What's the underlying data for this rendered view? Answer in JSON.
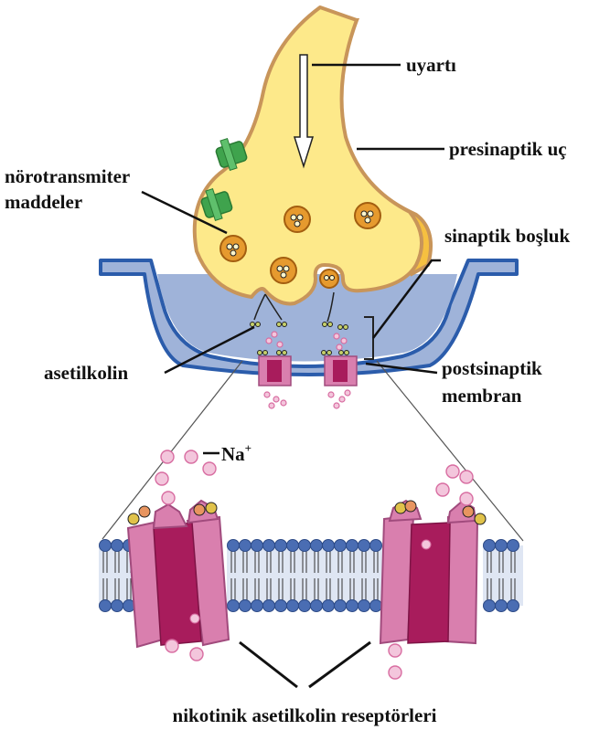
{
  "labels": {
    "stimulus": "uyartı",
    "presynaptic_terminal": "presinaptik uç",
    "neurotransmitters_line1": "nörotransmiter",
    "neurotransmitters_line2": "maddeler",
    "synaptic_cleft": "sinaptik boşluk",
    "acetylcholine": "asetilkolin",
    "postsynaptic_line1": "postsinaptik",
    "postsynaptic_line2": "membran",
    "sodium": "Na",
    "sodium_charge": "+",
    "receptors": "nikotinik asetilkolin reseptörleri"
  },
  "colors": {
    "axon_fill": "#fde98a",
    "axon_border": "#c8955a",
    "axon_back": "#f6c040",
    "postsynaptic_fill": "#9fb3d9",
    "postsynaptic_border": "#2b5cab",
    "vesicle_fill": "#e69a2e",
    "vesicle_border": "#a35e10",
    "channel_green": "#3fa34d",
    "receptor_outer": "#d97fae",
    "receptor_inner": "#a81c5c",
    "ach_pink": "#e68fb8",
    "membrane_head": "#4a6db3",
    "membrane_tail": "#333333"
  }
}
